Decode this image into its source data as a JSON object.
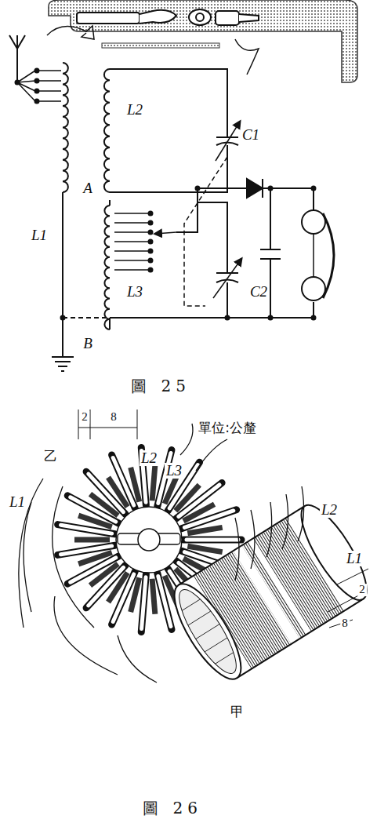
{
  "diagram": {
    "labels": [
      "L1",
      "L2",
      "C1",
      "A",
      "L3",
      "C2",
      "B",
      "圖 25",
      "2",
      "8",
      "單位:公釐",
      "乙",
      "L1",
      "L2",
      "L3",
      "L2",
      "L1",
      "2",
      "8",
      "甲",
      "圖 26"
    ]
  }
}
